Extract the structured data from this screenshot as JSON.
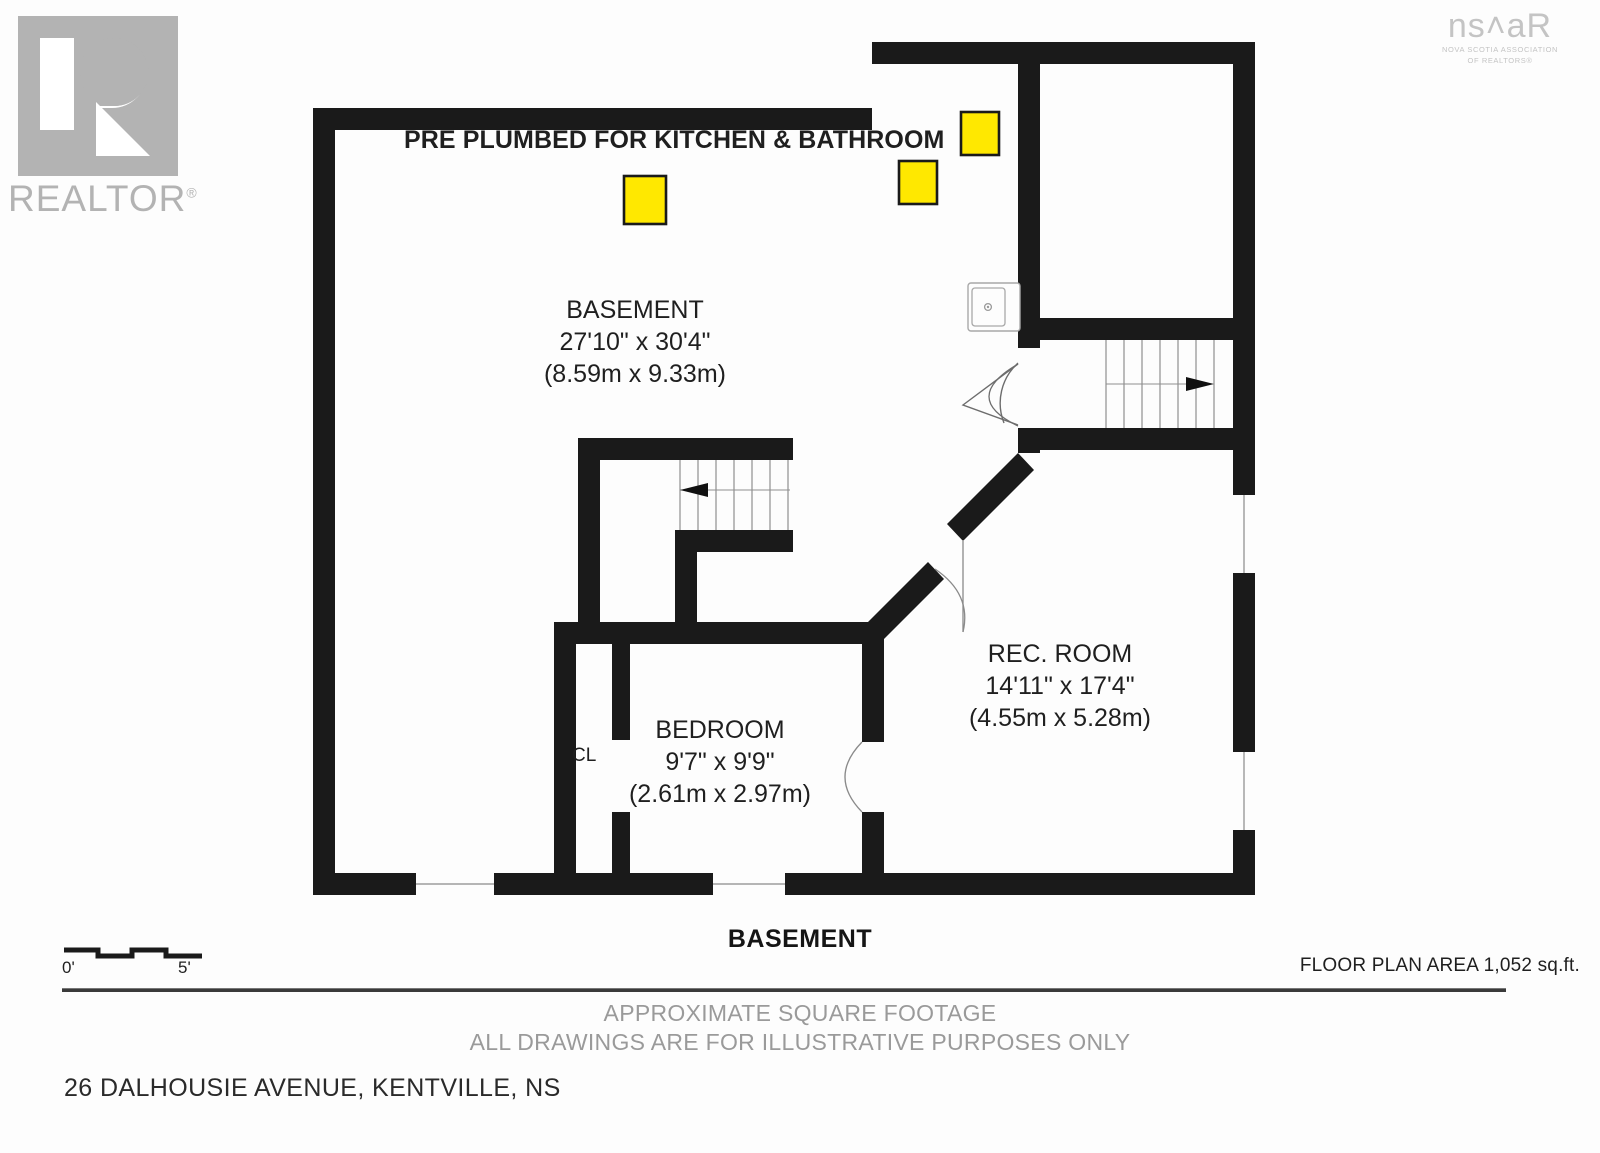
{
  "branding": {
    "realtor_logo_text": "REALTOR",
    "realtor_registered_mark": "®",
    "nsar_logo_text": "ns˄aR",
    "nsar_subtitle_line1": "NOVA SCOTIA ASSOCIATION",
    "nsar_subtitle_line2": "OF REALTORS®"
  },
  "plan": {
    "annotation_note": "PRE PLUMBED FOR KITCHEN & BATHROOM",
    "rooms": [
      {
        "name": "BASEMENT",
        "dimensions_imperial": "27'10\" x 30'4\"",
        "dimensions_metric": "(8.59m x 9.33m)"
      },
      {
        "name": "REC. ROOM",
        "dimensions_imperial": "14'11\" x 17'4\"",
        "dimensions_metric": "(4.55m x 5.28m)"
      },
      {
        "name": "BEDROOM",
        "dimensions_imperial": "9'7\" x 9'9\"",
        "dimensions_metric": "(2.61m x 2.97m)"
      }
    ],
    "closet_label": "CL",
    "marker_color": "#FFE800",
    "wall_color": "#1a1a1a",
    "markers_count": 3,
    "stairs_count": 2,
    "fixtures": [
      "sink"
    ]
  },
  "footer": {
    "level_title": "BASEMENT",
    "scale_start": "0'",
    "scale_end": "5'",
    "floor_plan_area": "FLOOR PLAN AREA 1,052 sq.ft.",
    "disclaimer_line1": "APPROXIMATE SQUARE FOOTAGE",
    "disclaimer_line2": "ALL DRAWINGS ARE FOR ILLUSTRATIVE PURPOSES ONLY",
    "address": "26 DALHOUSIE AVENUE, KENTVILLE, NS"
  }
}
